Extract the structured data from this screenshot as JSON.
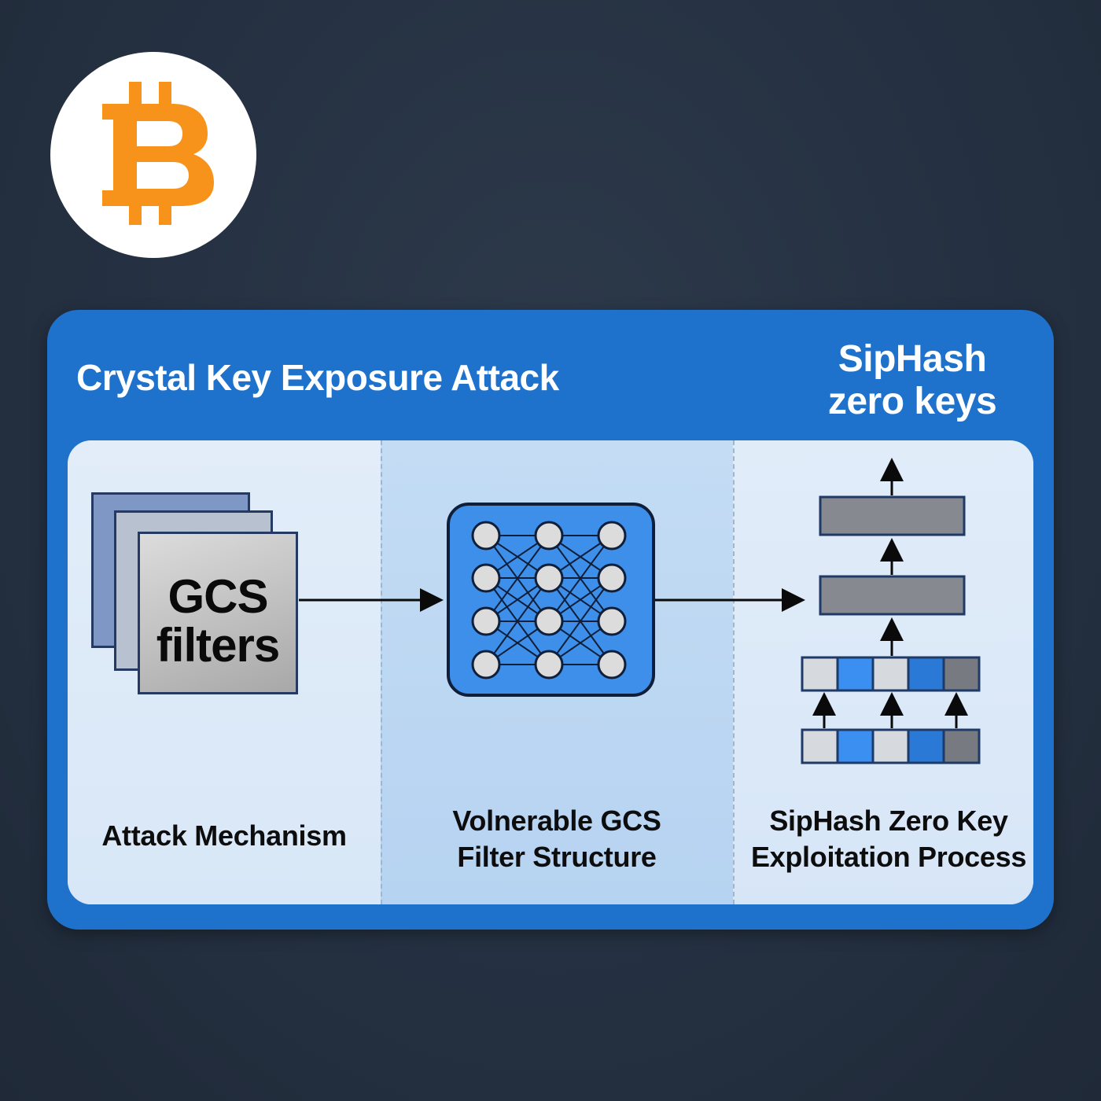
{
  "logo": {
    "icon": "bitcoin-icon",
    "color": "#f7931a",
    "glyph": "B"
  },
  "panel": {
    "title": "Crystal Key Exposure Attack",
    "tag": [
      "SipHash",
      "zero keys"
    ]
  },
  "columns": [
    {
      "label": [
        "Attack Mechanism"
      ],
      "card_text": [
        "GCS",
        "filters"
      ]
    },
    {
      "label": [
        "Volnerable GCS",
        "Filter Structure"
      ]
    },
    {
      "label": [
        "SipHash Zero Key",
        "Exploitation Process"
      ]
    }
  ],
  "colors": {
    "panel_blue": "#1f72cc",
    "network_blue": "#3d8fea",
    "cell_light": "#d6d9de",
    "cell_blue": "#3a8ff0",
    "cell_blue_dark": "#2b79d6",
    "cell_gray": "#777a80",
    "block_gray": "#868a90"
  }
}
